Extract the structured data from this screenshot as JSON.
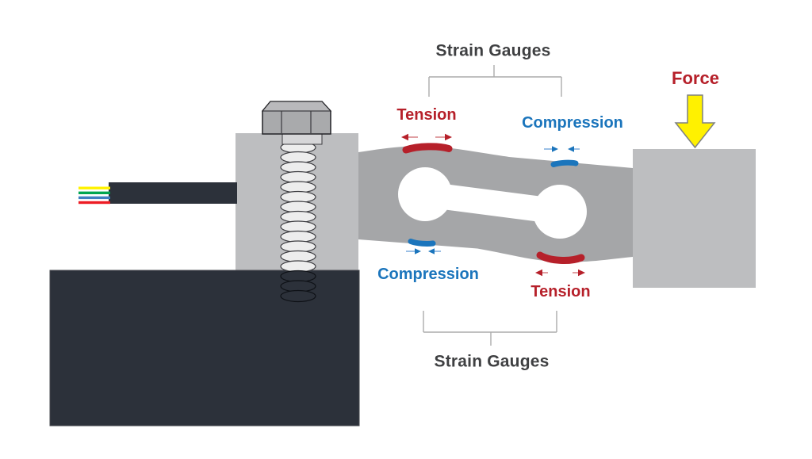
{
  "diagram": {
    "title_top": "Strain Gauges",
    "title_bottom": "Strain Gauges",
    "force_label": "Force",
    "gauges": {
      "top_left": {
        "label": "Tension",
        "type": "tension"
      },
      "top_right": {
        "label": "Compression",
        "type": "compression"
      },
      "bottom_left": {
        "label": "Compression",
        "type": "compression"
      },
      "bottom_right": {
        "label": "Tension",
        "type": "tension"
      }
    },
    "cable": {
      "wire_colors": [
        "#FFF200",
        "#00A651",
        "#3E7FC1",
        "#ED1C24"
      ]
    }
  },
  "colors": {
    "tension_red": "#B6202A",
    "compression_blue": "#1B75BC",
    "force_arrow_yellow": "#FFF100",
    "beam_gray": "#A5A6A8",
    "block_gray": "#BDBEC0",
    "base_dark": "#2C313A",
    "label_dark": "#3F4042",
    "bracket_gray": "#ACACAC"
  }
}
